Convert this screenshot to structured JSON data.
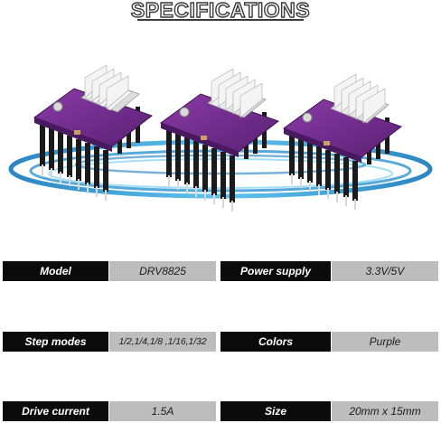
{
  "header": {
    "title": "SPECIFICATIONS"
  },
  "image": {
    "description_icons": [
      "stepper-driver-board-icon",
      "heatsink-icon",
      "ring-swirl-icon"
    ],
    "colors": {
      "board": "#6b2a86",
      "heatsink": "#e9e9e9",
      "ring": "#3aa7dc",
      "pins": "#1b1b1b"
    }
  },
  "specs": {
    "row1": {
      "left_label": "Model",
      "left_value": "DRV8825",
      "right_label": "Power supply",
      "right_value": "3.3V/5V"
    },
    "row2": {
      "left_label": "Step modes",
      "left_value": "1/2,1/4,1/8 ,1/16,1/32",
      "right_label": "Colors",
      "right_value": "Purple"
    },
    "row3": {
      "left_label": "Drive current",
      "left_value": "1.5A",
      "right_label": "Size",
      "right_value": "20mm x 15mm"
    }
  },
  "theme": {
    "label_bg": "#0b0b0b",
    "value_bg": "#bdbdbd"
  }
}
